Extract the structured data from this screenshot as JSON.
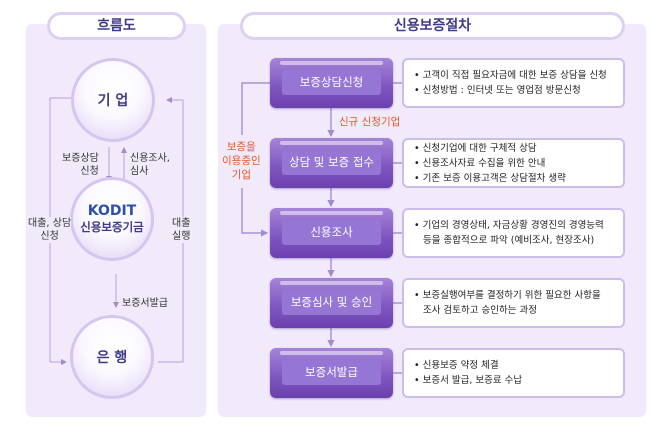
{
  "flow": {
    "title": "흐름도",
    "nodes": {
      "company": "기 업",
      "kodit_logo": "KODIT",
      "kodit": "신용보증기금",
      "bank": "은 행"
    },
    "labels": {
      "consult_request": [
        "보증상담",
        "신청"
      ],
      "credit_check": [
        "신용조사,",
        "심사"
      ],
      "loan_request": [
        "대출, 상담",
        "신청"
      ],
      "loan_exec": [
        "대출",
        "실행"
      ],
      "issue": "보증서발급"
    }
  },
  "procedure": {
    "title": "신용보증절차",
    "new_company": "신규 신청기업",
    "existing_company": [
      "보증을",
      "이용중인",
      "기업"
    ],
    "steps": [
      {
        "label": "보증상담신청",
        "desc": [
          "• 고객이 직접 필요자금에 대한 보증 상담을 신청",
          "• 신청방법 : 인터넷 또는 영업점 방문신청"
        ]
      },
      {
        "label": "상담 및 보증 접수",
        "desc": [
          "• 신청기업에 대한 구체적 상담",
          "• 신용조사자료 수집을 위한 안내",
          "• 기존 보증 이용고객은 상담절차 생략"
        ]
      },
      {
        "label": "신용조사",
        "desc": [
          "• 기업의 경영상태, 자금상황 경영진의 경영능력",
          "   등을 종합적으로 파악 (예비조사, 현장조사)"
        ]
      },
      {
        "label": "보증심사 및 승인",
        "desc": [
          "• 보증실행여부를 결정하기 위한 필요한 사항을",
          "   조사 검토하고 승인하는 과정"
        ]
      },
      {
        "label": "보증서발급",
        "desc": [
          "• 신용보증 약정 체결",
          "• 보증서 발급, 보증료 수납"
        ]
      }
    ]
  }
}
